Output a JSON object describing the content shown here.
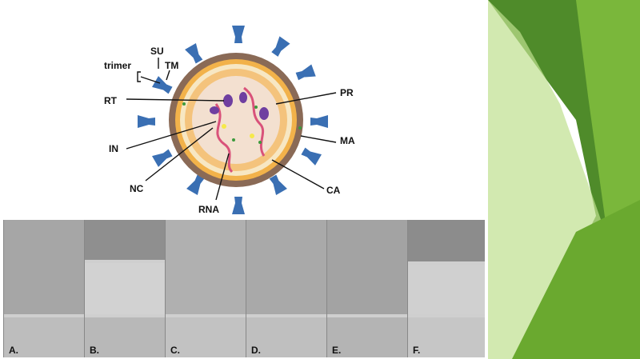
{
  "diagram": {
    "labels": {
      "su": "SU",
      "tm": "TM",
      "trimer": "trimer",
      "rt": "RT",
      "pr": "PR",
      "in": "IN",
      "ma": "MA",
      "nc": "NC",
      "ca": "CA",
      "rna": "RNA"
    }
  },
  "micrographs": {
    "panels": [
      {
        "label": "A."
      },
      {
        "label": "B."
      },
      {
        "label": "C."
      },
      {
        "label": "D."
      },
      {
        "label": "E."
      },
      {
        "label": "F."
      }
    ]
  },
  "colors": {
    "spike": "#3a6fb3",
    "membrane": "#8a6a56",
    "matrix": "#f2b24a",
    "capsid": "#f4c37c",
    "core": "#f3e0d0",
    "rna": "#d9527a",
    "enzyme": "#6f3fa0",
    "green_dark": "#4f8b2a",
    "green_light": "#8cc63f"
  }
}
